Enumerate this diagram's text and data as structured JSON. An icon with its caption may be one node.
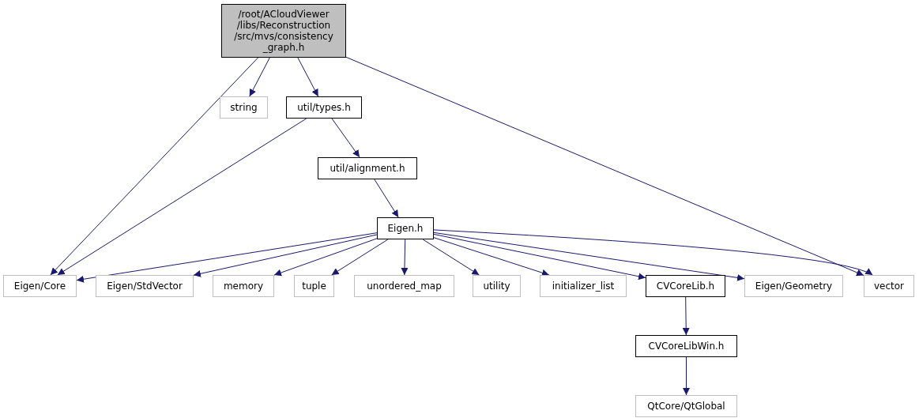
{
  "diagram": {
    "nodes": [
      {
        "text": [
          "/root/ACloudViewer /libs/Reconstruction /src/mvs/consistency _graph.h"
        ]
      },
      {
        "text": [
          "string"
        ]
      },
      {
        "text": [
          "util/types.h"
        ]
      },
      {
        "text": [
          "util/alignment.h"
        ]
      },
      {
        "text": [
          "Eigen.h"
        ]
      },
      {
        "text": [
          "Eigen/Core"
        ]
      },
      {
        "text": [
          "Eigen/StdVector"
        ]
      },
      {
        "text": [
          "memory"
        ]
      },
      {
        "text": [
          "tuple"
        ]
      },
      {
        "text": [
          "unordered_map"
        ]
      },
      {
        "text": [
          "utility"
        ]
      },
      {
        "text": [
          "initializer_list"
        ]
      },
      {
        "text": [
          "CVCoreLib.h"
        ]
      },
      {
        "text": [
          "Eigen/Geometry"
        ]
      },
      {
        "text": [
          "vector"
        ]
      },
      {
        "text": [
          "CVCoreLibWin.h"
        ]
      },
      {
        "text": [
          "QtCore/QtGlobal"
        ]
      }
    ],
    "edges": [
      {
        "from": 0,
        "to": 5,
        "arrow": "to"
      },
      {
        "from": 0,
        "to": 1,
        "arrow": "to"
      },
      {
        "from": 0,
        "to": 2,
        "arrow": "to"
      },
      {
        "from": 0,
        "to": 14,
        "arrow": "to"
      },
      {
        "from": 2,
        "to": 5,
        "arrow": "to"
      },
      {
        "from": 2,
        "to": 3,
        "arrow": "to"
      },
      {
        "from": 3,
        "to": 4,
        "arrow": "to"
      },
      {
        "from": 4,
        "to": 5,
        "arrow": "to"
      },
      {
        "from": 4,
        "to": 6,
        "arrow": "to"
      },
      {
        "from": 4,
        "to": 7,
        "arrow": "to"
      },
      {
        "from": 4,
        "to": 8,
        "arrow": "to"
      },
      {
        "from": 4,
        "to": 9,
        "arrow": "to"
      },
      {
        "from": 4,
        "to": 10,
        "arrow": "to"
      },
      {
        "from": 4,
        "to": 11,
        "arrow": "to"
      },
      {
        "from": 4,
        "to": 12,
        "arrow": "to"
      },
      {
        "from": 4,
        "to": 13,
        "arrow": "to"
      },
      {
        "from": 4,
        "to": 14,
        "arrow": "to"
      },
      {
        "from": 12,
        "to": 15,
        "arrow": "to"
      },
      {
        "from": 15,
        "to": 16,
        "arrow": "to"
      }
    ]
  }
}
